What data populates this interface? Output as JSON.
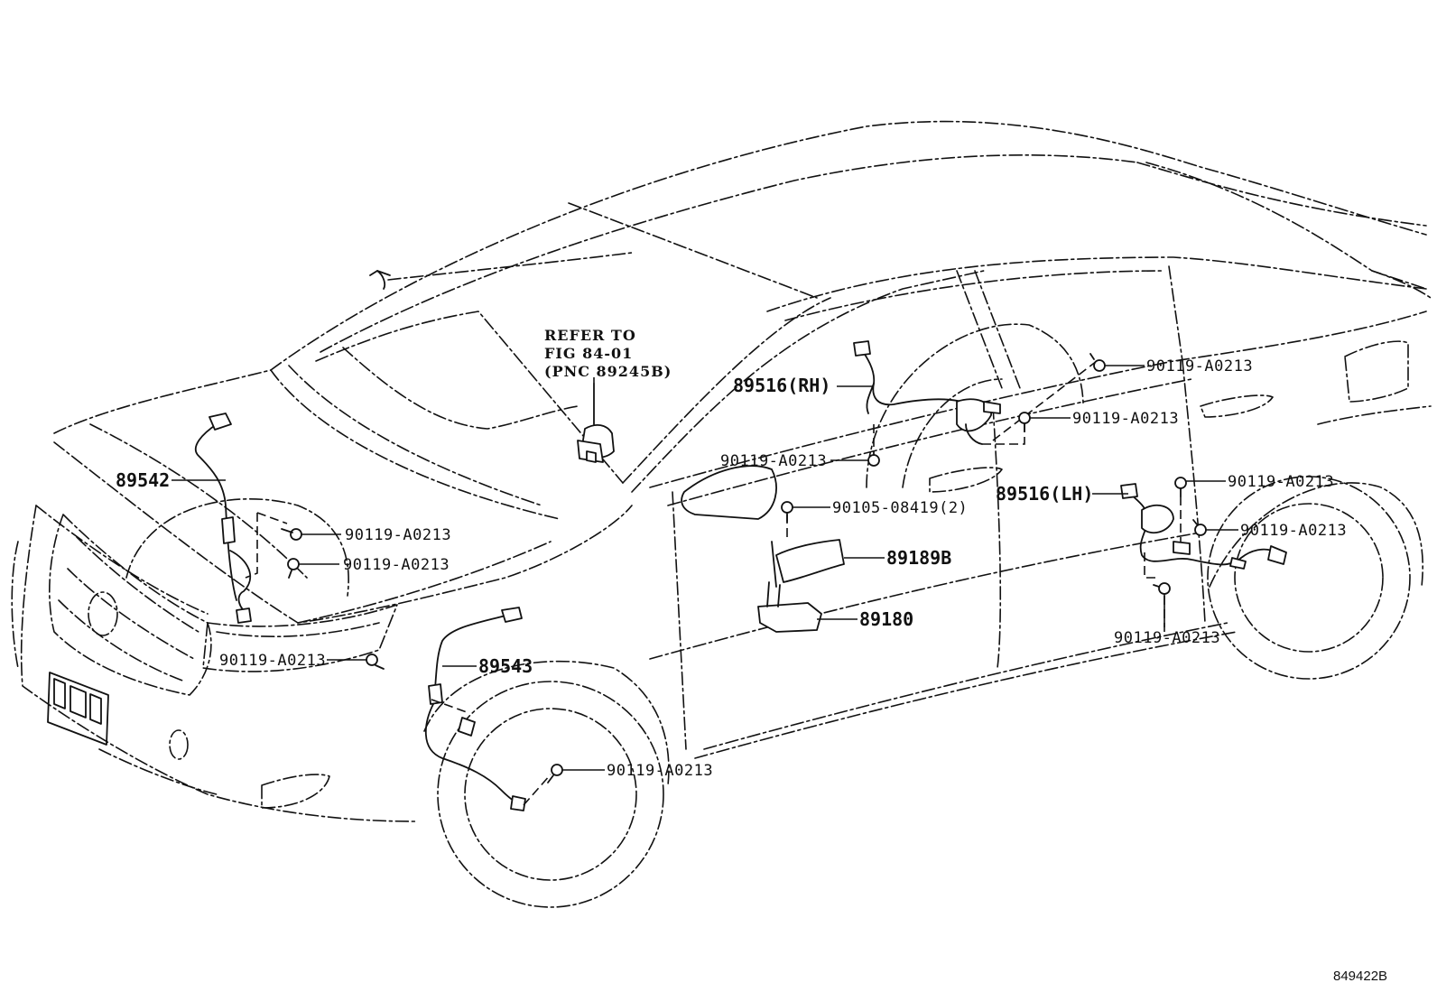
{
  "refer_note": [
    "REFER TO",
    "FIG 84-01",
    "(PNC 89245B)"
  ],
  "labels": {
    "p89542": "89542",
    "p89543": "89543",
    "p89516rh": "89516(RH)",
    "p89516lh": "89516(LH)",
    "p89189b": "89189B",
    "p89180": "89180",
    "bolt_lf_1": "90119-A0213",
    "bolt_lf_2": "90119-A0213",
    "bolt_front_bumper": "90119-A0213",
    "bolt_rf_wheel": "90119-A0213",
    "bolt_center": "90119-A0213",
    "screw_90105": "90105-08419(2)",
    "bolt_rh_rear_1": "90119-A0213",
    "bolt_rh_rear_2": "90119-A0213",
    "bolt_lh_rear_1": "90119-A0213",
    "bolt_lh_rear_2": "90119-A0213",
    "bolt_lh_rear_3": "90119-A0213"
  },
  "diagram_id": "849422B"
}
